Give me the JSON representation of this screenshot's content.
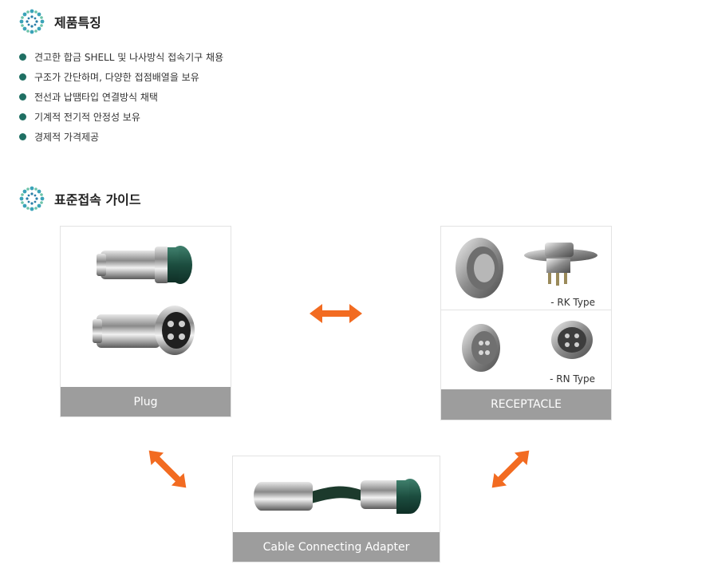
{
  "features": {
    "title": "제품특징",
    "items": [
      "견고한 합금 SHELL 및 나사방식 접속기구 채용",
      "구조가 간단하며, 다양한 접점배열을 보유",
      "전선과 납땜타입 연결방식 채택",
      "기계적 전기적 안정성 보유",
      "경제적 가격제공"
    ]
  },
  "guide": {
    "title": "표준접속 가이드",
    "plug_label": "Plug",
    "receptacle_label": "RECEPTACLE",
    "rk_type": "- RK Type",
    "rn_type": "- RN Type",
    "adapter_label": "Cable Connecting Adapter"
  },
  "colors": {
    "accent_dot": "#1f6f63",
    "arrow": "#f26b21",
    "caption_bg": "#9d9d9d"
  }
}
